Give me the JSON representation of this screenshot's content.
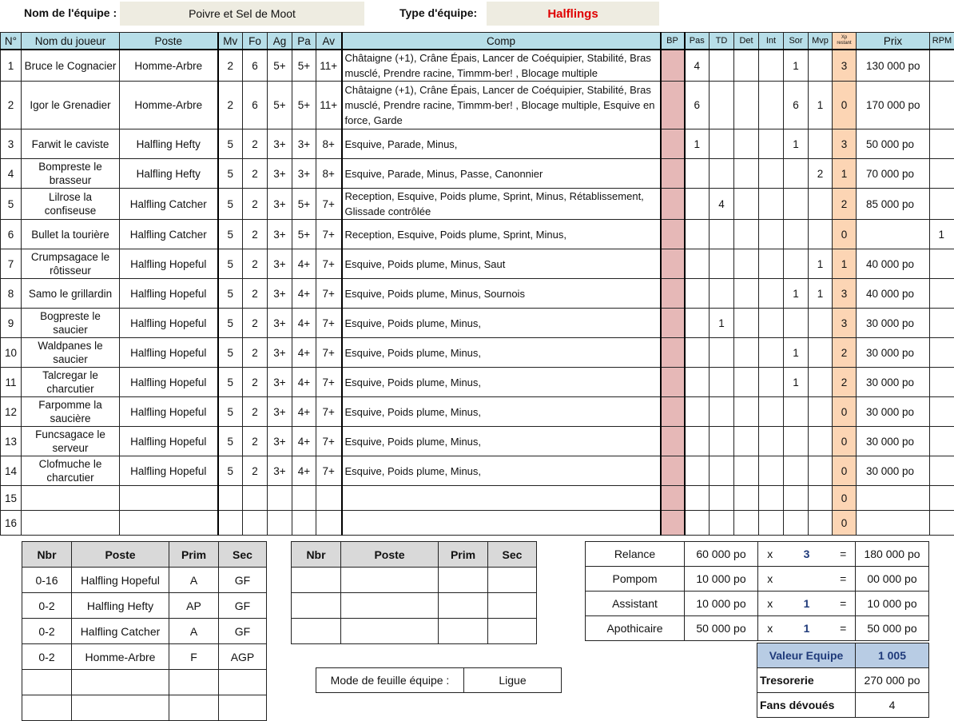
{
  "header": {
    "team_name_label": "Nom de l'équipe :",
    "team_name": "Poivre et Sel de Moot",
    "team_type_label": "Type d'équipe:",
    "team_type": "Halflings"
  },
  "roster": {
    "columns": {
      "num": "N°",
      "name": "Nom du joueur",
      "pos": "Poste",
      "mv": "Mv",
      "fo": "Fo",
      "ag": "Ag",
      "pa": "Pa",
      "av": "Av",
      "comp": "Comp",
      "bp": "BP",
      "pas": "Pas",
      "td": "TD",
      "det": "Det",
      "int": "Int",
      "sor": "Sor",
      "mvp": "Mvp",
      "xp": "Xp restant",
      "prix": "Prix",
      "rpm": "RPM"
    },
    "rows": [
      {
        "num": "1",
        "name": "Bruce le Cognacier",
        "pos": "Homme-Arbre",
        "mv": "2",
        "fo": "6",
        "ag": "5+",
        "pa": "5+",
        "av": "11+",
        "comp": "Châtaigne (+1), Crâne Épais, Lancer de Coéquipier, Stabilité, Bras musclé, Prendre racine, Timmm-ber! , Blocage multiple",
        "bp": "",
        "pas": "4",
        "td": "",
        "det": "",
        "int": "",
        "sor": "1",
        "mvp": "",
        "xp": "3",
        "prix": "130 000 po",
        "rpm": ""
      },
      {
        "num": "2",
        "name": "Igor le Grenadier",
        "pos": "Homme-Arbre",
        "mv": "2",
        "fo": "6",
        "ag": "5+",
        "pa": "5+",
        "av": "11+",
        "comp": "Châtaigne (+1), Crâne Épais, Lancer de Coéquipier, Stabilité, Bras musclé, Prendre racine, Timmm-ber! , Blocage multiple, Esquive en force, Garde",
        "bp": "",
        "pas": "6",
        "td": "",
        "det": "",
        "int": "",
        "sor": "6",
        "mvp": "1",
        "xp": "0",
        "prix": "170 000 po",
        "rpm": ""
      },
      {
        "num": "3",
        "name": "Farwit le caviste",
        "pos": "Halfling Hefty",
        "mv": "5",
        "fo": "2",
        "ag": "3+",
        "pa": "3+",
        "av": "8+",
        "comp": "Esquive, Parade, Minus,",
        "bp": "",
        "pas": "1",
        "td": "",
        "det": "",
        "int": "",
        "sor": "1",
        "mvp": "",
        "xp": "3",
        "prix": "50 000 po",
        "rpm": ""
      },
      {
        "num": "4",
        "name": "Bompreste le brasseur",
        "pos": "Halfling Hefty",
        "mv": "5",
        "fo": "2",
        "ag": "3+",
        "pa": "3+",
        "av": "8+",
        "comp": "Esquive, Parade, Minus, Passe, Canonnier",
        "bp": "",
        "pas": "",
        "td": "",
        "det": "",
        "int": "",
        "sor": "",
        "mvp": "2",
        "xp": "1",
        "prix": "70 000 po",
        "rpm": ""
      },
      {
        "num": "5",
        "name": "Lilrose la confiseuse",
        "pos": "Halfling Catcher",
        "mv": "5",
        "fo": "2",
        "ag": "3+",
        "pa": "5+",
        "av": "7+",
        "comp": "Reception, Esquive, Poids plume, Sprint, Minus, Rétablissement, Glissade contrôlée",
        "bp": "",
        "pas": "",
        "td": "4",
        "det": "",
        "int": "",
        "sor": "",
        "mvp": "",
        "xp": "2",
        "prix": "85 000 po",
        "rpm": ""
      },
      {
        "num": "6",
        "name": "Bullet la tourière",
        "pos": "Halfling Catcher",
        "mv": "5",
        "fo": "2",
        "ag": "3+",
        "pa": "5+",
        "av": "7+",
        "comp": "Reception, Esquive, Poids plume, Sprint, Minus,",
        "bp": "",
        "pas": "",
        "td": "",
        "det": "",
        "int": "",
        "sor": "",
        "mvp": "",
        "xp": "0",
        "prix": "",
        "rpm": "1"
      },
      {
        "num": "7",
        "name": "Crumpsagace le rôtisseur",
        "pos": "Halfling Hopeful",
        "mv": "5",
        "fo": "2",
        "ag": "3+",
        "pa": "4+",
        "av": "7+",
        "comp": "Esquive, Poids plume, Minus, Saut",
        "bp": "",
        "pas": "",
        "td": "",
        "det": "",
        "int": "",
        "sor": "",
        "mvp": "1",
        "xp": "1",
        "prix": "40 000 po",
        "rpm": ""
      },
      {
        "num": "8",
        "name": "Samo le grillardin",
        "pos": "Halfling Hopeful",
        "mv": "5",
        "fo": "2",
        "ag": "3+",
        "pa": "4+",
        "av": "7+",
        "comp": "Esquive, Poids plume, Minus, Sournois",
        "bp": "",
        "pas": "",
        "td": "",
        "det": "",
        "int": "",
        "sor": "1",
        "mvp": "1",
        "xp": "3",
        "prix": "40 000 po",
        "rpm": ""
      },
      {
        "num": "9",
        "name": "Bogpreste le saucier",
        "pos": "Halfling Hopeful",
        "mv": "5",
        "fo": "2",
        "ag": "3+",
        "pa": "4+",
        "av": "7+",
        "comp": "Esquive, Poids plume, Minus,",
        "bp": "",
        "pas": "",
        "td": "1",
        "det": "",
        "int": "",
        "sor": "",
        "mvp": "",
        "xp": "3",
        "prix": "30 000 po",
        "rpm": ""
      },
      {
        "num": "10",
        "name": "Waldpanes le saucier",
        "pos": "Halfling Hopeful",
        "mv": "5",
        "fo": "2",
        "ag": "3+",
        "pa": "4+",
        "av": "7+",
        "comp": "Esquive, Poids plume, Minus,",
        "bp": "",
        "pas": "",
        "td": "",
        "det": "",
        "int": "",
        "sor": "1",
        "mvp": "",
        "xp": "2",
        "prix": "30 000 po",
        "rpm": ""
      },
      {
        "num": "11",
        "name": "Talcregar le charcutier",
        "pos": "Halfling Hopeful",
        "mv": "5",
        "fo": "2",
        "ag": "3+",
        "pa": "4+",
        "av": "7+",
        "comp": "Esquive, Poids plume, Minus,",
        "bp": "",
        "pas": "",
        "td": "",
        "det": "",
        "int": "",
        "sor": "1",
        "mvp": "",
        "xp": "2",
        "prix": "30 000 po",
        "rpm": ""
      },
      {
        "num": "12",
        "name": "Farpomme la saucière",
        "pos": "Halfling Hopeful",
        "mv": "5",
        "fo": "2",
        "ag": "3+",
        "pa": "4+",
        "av": "7+",
        "comp": "Esquive, Poids plume, Minus,",
        "bp": "",
        "pas": "",
        "td": "",
        "det": "",
        "int": "",
        "sor": "",
        "mvp": "",
        "xp": "0",
        "prix": "30 000 po",
        "rpm": ""
      },
      {
        "num": "13",
        "name": "Funcsagace le serveur",
        "pos": "Halfling Hopeful",
        "mv": "5",
        "fo": "2",
        "ag": "3+",
        "pa": "4+",
        "av": "7+",
        "comp": "Esquive, Poids plume, Minus,",
        "bp": "",
        "pas": "",
        "td": "",
        "det": "",
        "int": "",
        "sor": "",
        "mvp": "",
        "xp": "0",
        "prix": "30 000 po",
        "rpm": ""
      },
      {
        "num": "14",
        "name": "Clofmuche le charcutier",
        "pos": "Halfling Hopeful",
        "mv": "5",
        "fo": "2",
        "ag": "3+",
        "pa": "4+",
        "av": "7+",
        "comp": "Esquive, Poids plume, Minus,",
        "bp": "",
        "pas": "",
        "td": "",
        "det": "",
        "int": "",
        "sor": "",
        "mvp": "",
        "xp": "0",
        "prix": "30 000 po",
        "rpm": ""
      },
      {
        "num": "15",
        "name": "",
        "pos": "",
        "mv": "",
        "fo": "",
        "ag": "",
        "pa": "",
        "av": "",
        "comp": "",
        "bp": "",
        "pas": "",
        "td": "",
        "det": "",
        "int": "",
        "sor": "",
        "mvp": "",
        "xp": "0",
        "prix": "",
        "rpm": ""
      },
      {
        "num": "16",
        "name": "",
        "pos": "",
        "mv": "",
        "fo": "",
        "ag": "",
        "pa": "",
        "av": "",
        "comp": "",
        "bp": "",
        "pas": "",
        "td": "",
        "det": "",
        "int": "",
        "sor": "",
        "mvp": "",
        "xp": "0",
        "prix": "",
        "rpm": ""
      }
    ]
  },
  "positions": {
    "headers": {
      "nbr": "Nbr",
      "poste": "Poste",
      "prim": "Prim",
      "sec": "Sec"
    },
    "rows": [
      {
        "nbr": "0-16",
        "poste": "Halfling Hopeful",
        "prim": "A",
        "sec": "GF"
      },
      {
        "nbr": "0-2",
        "poste": "Halfling Hefty",
        "prim": "AP",
        "sec": "GF"
      },
      {
        "nbr": "0-2",
        "poste": "Halfling Catcher",
        "prim": "A",
        "sec": "GF"
      },
      {
        "nbr": "0-2",
        "poste": "Homme-Arbre",
        "prim": "F",
        "sec": "AGP"
      },
      {
        "nbr": "",
        "poste": "",
        "prim": "",
        "sec": ""
      },
      {
        "nbr": "",
        "poste": "",
        "prim": "",
        "sec": ""
      }
    ]
  },
  "positions2": {
    "headers": {
      "nbr": "Nbr",
      "poste": "Poste",
      "prim": "Prim",
      "sec": "Sec"
    },
    "rows": [
      {
        "nbr": "",
        "poste": "",
        "prim": "",
        "sec": ""
      },
      {
        "nbr": "",
        "poste": "",
        "prim": "",
        "sec": ""
      },
      {
        "nbr": "",
        "poste": "",
        "prim": "",
        "sec": ""
      }
    ]
  },
  "mode": {
    "label": "Mode de feuille équipe :",
    "value": "Ligue"
  },
  "costs": [
    {
      "label": "Relance",
      "unit": "60 000 po",
      "x": "x",
      "qty": "3",
      "eq": "=",
      "total": "180 000 po"
    },
    {
      "label": "Pompom",
      "unit": "10 000 po",
      "x": "x",
      "qty": "",
      "eq": "=",
      "total": "00 000 po"
    },
    {
      "label": "Assistant",
      "unit": "10 000 po",
      "x": "x",
      "qty": "1",
      "eq": "=",
      "total": "10 000 po"
    },
    {
      "label": "Apothicaire",
      "unit": "50 000 po",
      "x": "x",
      "qty": "1",
      "eq": "=",
      "total": "50 000 po"
    }
  ],
  "summary": {
    "team_value_label": "Valeur Equipe",
    "team_value": "1 005",
    "treasury_label": "Tresorerie",
    "treasury": "270 000 po",
    "fans_label": "Fans dévoués",
    "fans": "4"
  }
}
